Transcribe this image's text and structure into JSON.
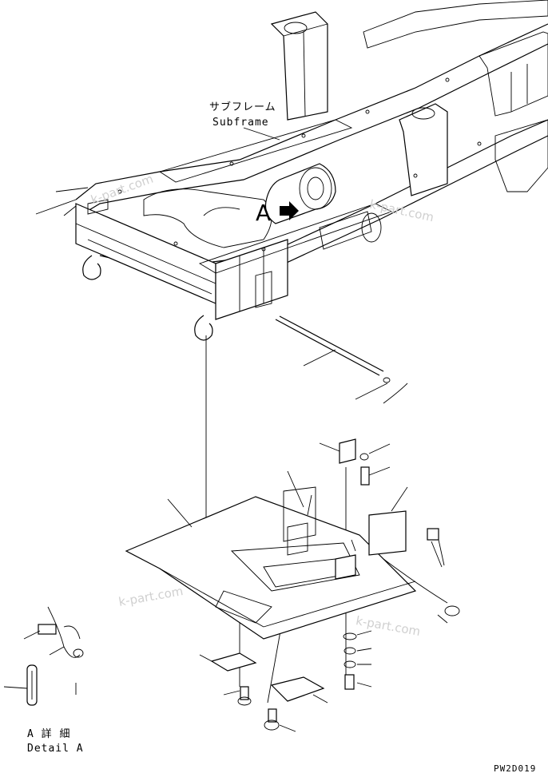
{
  "labels": {
    "subframe_jp": "サブフレーム",
    "subframe_en": "Subframe",
    "view_letter": "A",
    "detail_jp": "A 詳 細",
    "detail_en": "Detail A",
    "drawing_code": "PW2D019"
  },
  "watermark": "k-part.com",
  "colors": {
    "line": "#000000",
    "background": "#ffffff",
    "watermark": "#d0d0d0"
  }
}
